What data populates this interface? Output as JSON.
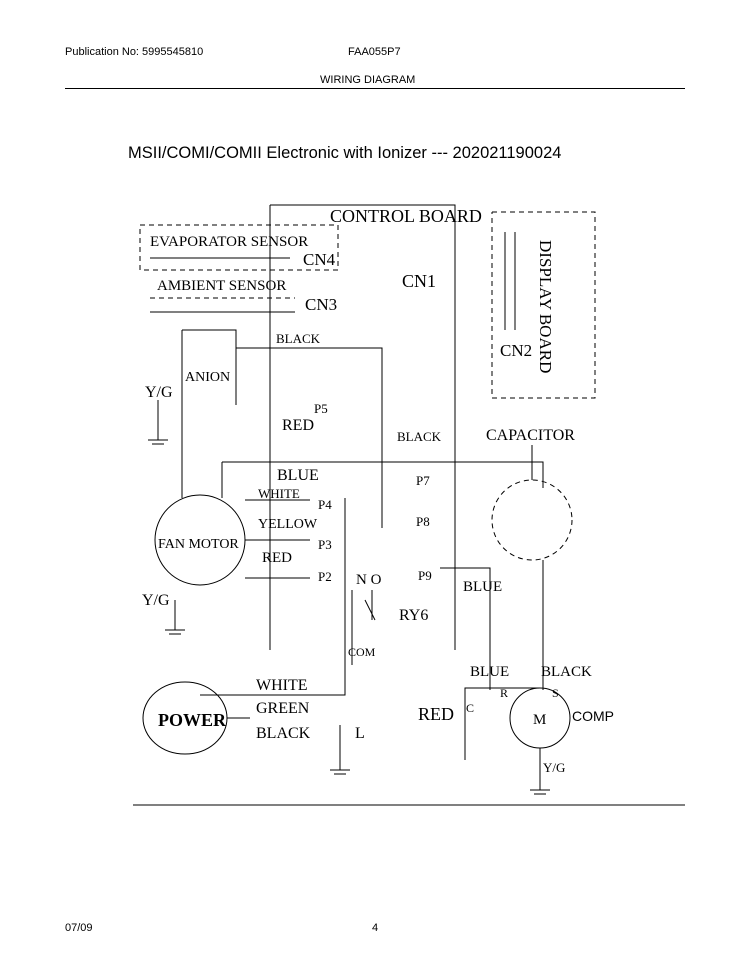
{
  "header": {
    "publication": "Publication No: 5995545810",
    "model": "FAA055P7",
    "section": "WIRING DIAGRAM"
  },
  "title": "MSII/COMI/COMII Electronic with Ionizer --- 202021190024",
  "footer": {
    "date": "07/09",
    "page": "4"
  },
  "diagram": {
    "control_board": "CONTROL BOARD",
    "evaporator_sensor": "EVAPORATOR SENSOR",
    "ambient_sensor": "AMBIENT SENSOR",
    "cn4": "CN4",
    "cn3": "CN3",
    "cn1": "CN1",
    "cn2": "CN2",
    "display_board": "DISPLAY BOARD",
    "black_1": "BLACK",
    "anion": "ANION",
    "yg_1": "Y/G",
    "red_p5": "RED",
    "p5": "P5",
    "black_2": "BLACK",
    "capacitor": "CAPACITOR",
    "blue_top": "BLUE",
    "white_wire": "WHITE",
    "p4": "P4",
    "p7": "P7",
    "yellow": "YELLOW",
    "p8": "P8",
    "fan_motor": "FAN MOTOR",
    "p3": "P3",
    "red_p2": "RED",
    "p2": "P2",
    "no": "N O",
    "p9": "P9",
    "blue_p9": "BLUE",
    "yg_2": "Y/G",
    "ry6": "RY6",
    "com": "COM",
    "blue_comp": "BLUE",
    "black_comp": "BLACK",
    "white_power": "WHITE",
    "green": "GREEN",
    "black_power": "BLACK",
    "power": "POWER",
    "red_comp": "RED",
    "l": "L",
    "c": "C",
    "r": "R",
    "s": "S",
    "m": "M",
    "comp": "COMP",
    "yg_3": "Y/G"
  }
}
